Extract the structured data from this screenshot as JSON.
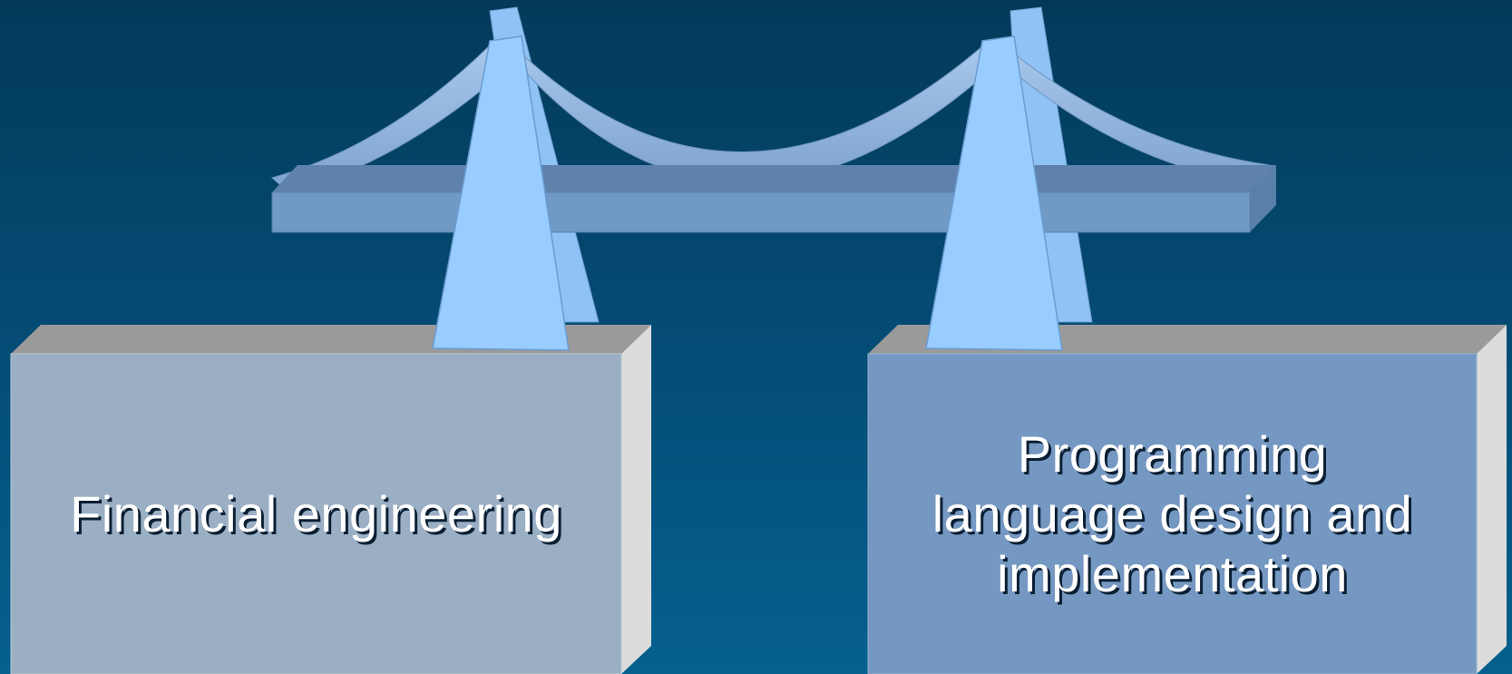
{
  "diagram": {
    "left_box": {
      "lines": [
        "Financial engineering"
      ]
    },
    "right_box": {
      "lines": [
        "Programming",
        "language design and",
        "implementation"
      ]
    },
    "colors": {
      "background_top": "#033a5a",
      "background_bottom": "#05608f",
      "left_box_face": "#9aafc4",
      "right_box_face": "#7598c2",
      "box_top": "#9a9a9a",
      "box_side": "#dcdcdc",
      "tower": "#99ccff",
      "deck": "#6f95c0",
      "cable": "#8eb4df"
    },
    "icons": {
      "bridge": "suspension-bridge-icon"
    }
  }
}
